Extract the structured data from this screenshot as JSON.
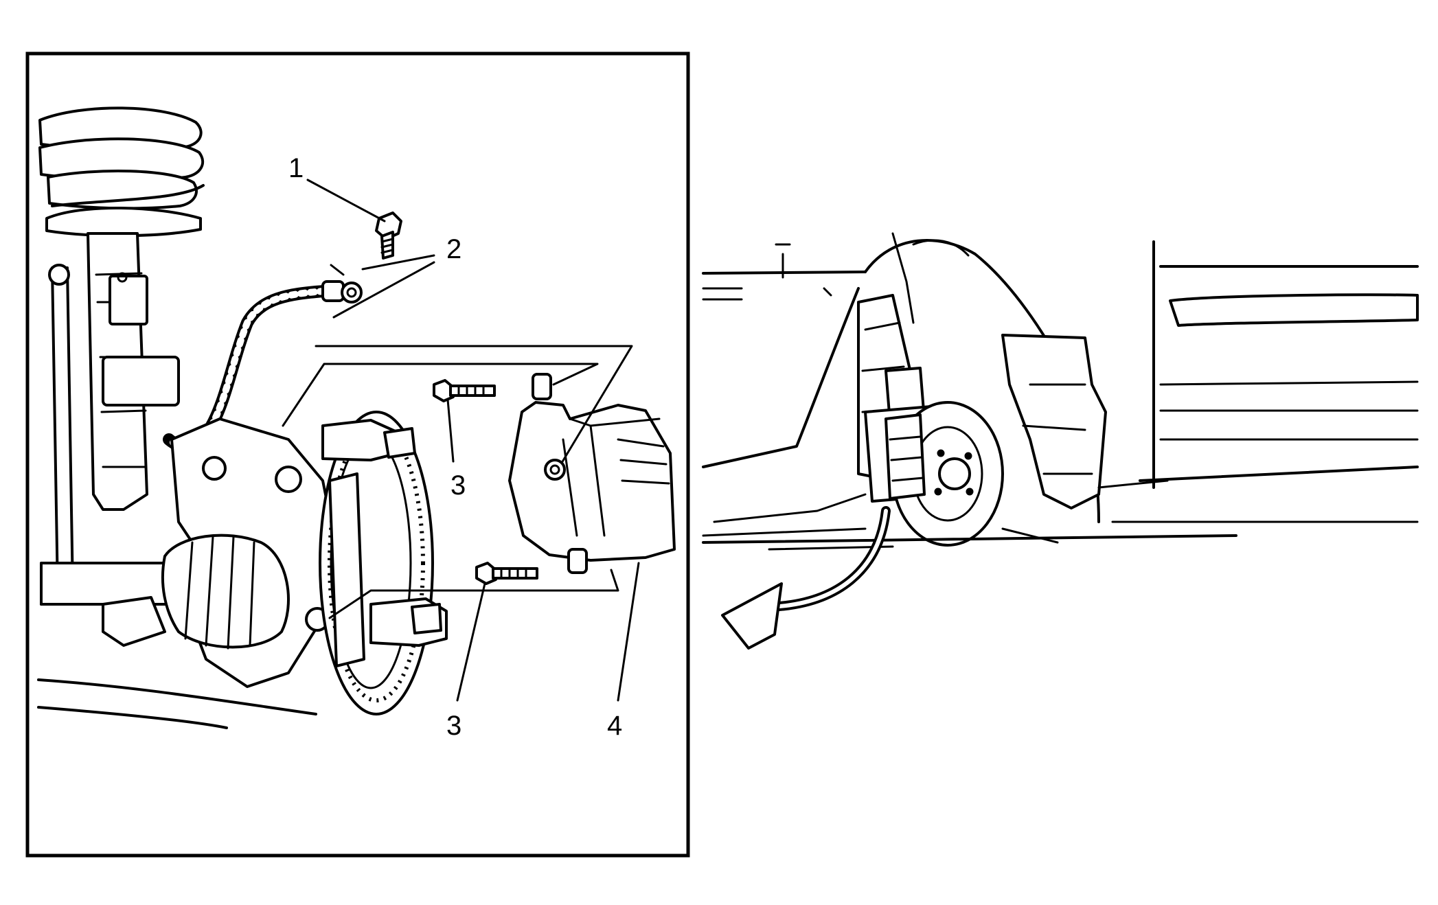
{
  "callouts": {
    "c1": "1",
    "c2": "2",
    "c3a": "3",
    "c3b": "3",
    "c4": "4"
  },
  "colors": {
    "ink": "#000000",
    "paper": "#ffffff"
  }
}
